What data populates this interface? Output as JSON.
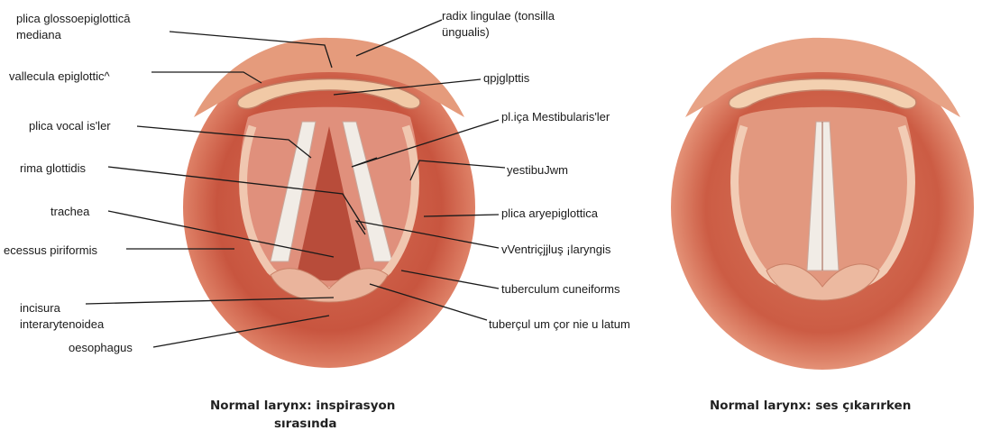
{
  "figure_left": {
    "labels": {
      "plica_glossoepiglottica_l1": "plica  glossoepiglotticā",
      "plica_glossoepiglottica_l2": "mediana",
      "vallecula": "vallecula epiglottic^",
      "plica_vocalis": "plica vocal is'ler",
      "rima_glottidis": "rima glottidis",
      "trachea": "trachea",
      "recessus_piriformis": "ecessus  piriformis",
      "incisura_l1": "incisura",
      "incisura_l2": "interarytenoidea",
      "oesophagus": "oesophagus",
      "radix_l1": "radix lingulae (tonsilla",
      "radix_l2": "üngualis)",
      "epiglottis": "qpjglpttis",
      "plica_vestibularis": "pl.iça  Mestibularis'ler",
      "vestibulum": "yestibuJwm",
      "plica_aryepiglottica": "plica  aryepiglottica",
      "ventriculus": "vVentriçjjluş ¡laryngis",
      "tuberculum_cuneiforme": "tuberculum  cuneiforms",
      "tuberculum_corniculatum": "tuberçul um  çor nie u latum"
    },
    "caption_l1": "Normal larynx: inspirasyon",
    "caption_l2": "sırasında"
  },
  "figure_right": {
    "caption": "Normal larynx: ses çıkarırken"
  }
}
